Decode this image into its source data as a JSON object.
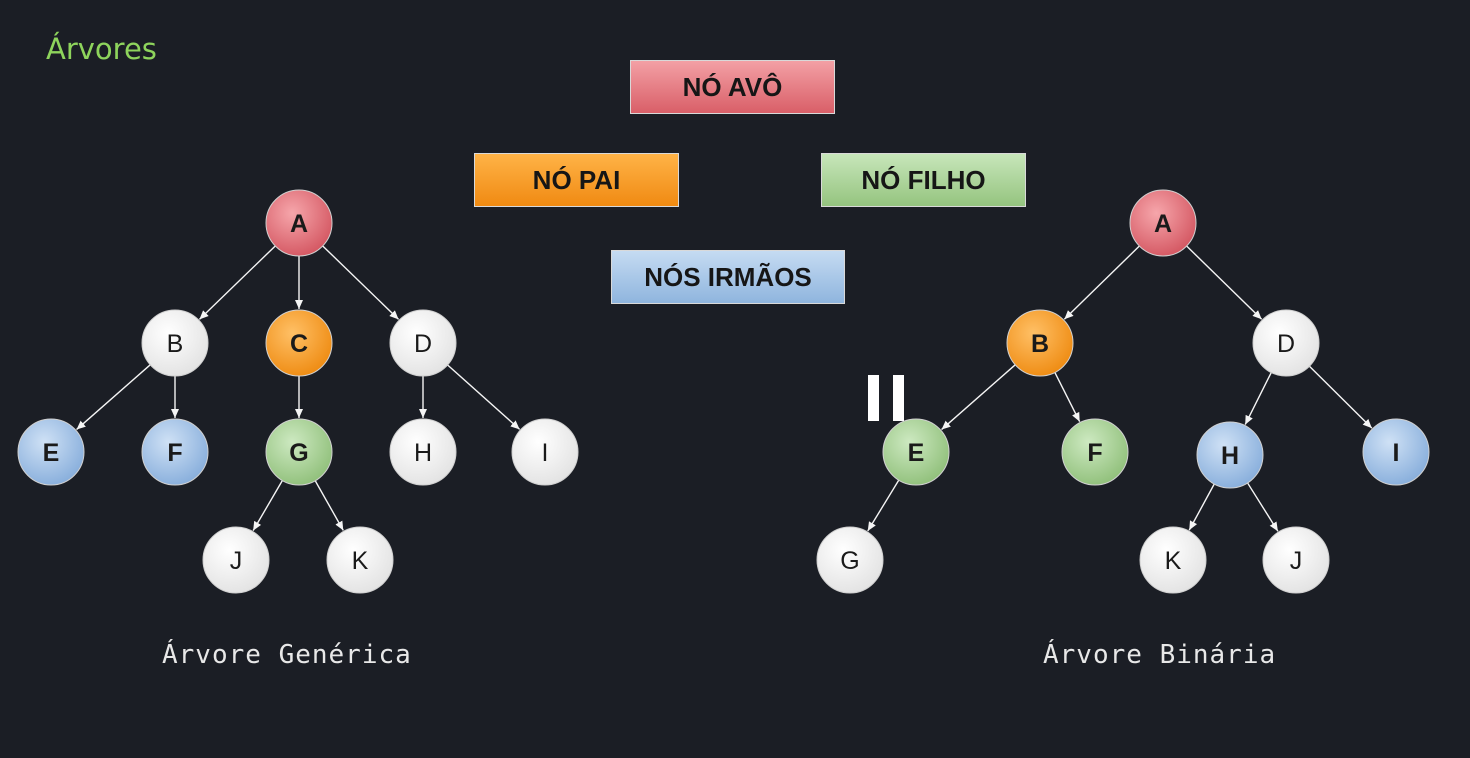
{
  "title": "Árvores",
  "legend": {
    "avo": "NÓ AVÔ",
    "pai": "NÓ PAI",
    "filho": "NÓ FILHO",
    "irmaos": "NÓS IRMÃOS"
  },
  "colors": {
    "red": "#e0707a",
    "orange": "#f39a2a",
    "green": "#a3cf8e",
    "blue": "#9bbfe6",
    "white": "#f2f2f2",
    "title": "#8ed45c"
  },
  "trees": {
    "generic": {
      "caption": "Árvore Genérica",
      "nodes": [
        {
          "id": "A",
          "role": "red"
        },
        {
          "id": "B",
          "role": "white"
        },
        {
          "id": "C",
          "role": "orange"
        },
        {
          "id": "D",
          "role": "white"
        },
        {
          "id": "E",
          "role": "blue"
        },
        {
          "id": "F",
          "role": "blue"
        },
        {
          "id": "G",
          "role": "green"
        },
        {
          "id": "H",
          "role": "white"
        },
        {
          "id": "I",
          "role": "white"
        },
        {
          "id": "J",
          "role": "white"
        },
        {
          "id": "K",
          "role": "white"
        }
      ],
      "edges": [
        [
          "A",
          "B"
        ],
        [
          "A",
          "C"
        ],
        [
          "A",
          "D"
        ],
        [
          "B",
          "E"
        ],
        [
          "B",
          "F"
        ],
        [
          "C",
          "G"
        ],
        [
          "D",
          "H"
        ],
        [
          "D",
          "I"
        ],
        [
          "G",
          "J"
        ],
        [
          "G",
          "K"
        ]
      ]
    },
    "binary": {
      "caption": "Árvore Binária",
      "nodes": [
        {
          "id": "A",
          "role": "red"
        },
        {
          "id": "B",
          "role": "orange"
        },
        {
          "id": "D",
          "role": "white"
        },
        {
          "id": "E",
          "role": "green"
        },
        {
          "id": "F",
          "role": "green"
        },
        {
          "id": "H",
          "role": "blue"
        },
        {
          "id": "I",
          "role": "blue"
        },
        {
          "id": "G",
          "role": "white"
        },
        {
          "id": "K",
          "role": "white"
        },
        {
          "id": "J",
          "role": "white"
        }
      ],
      "edges": [
        [
          "A",
          "B"
        ],
        [
          "A",
          "D"
        ],
        [
          "B",
          "E"
        ],
        [
          "B",
          "F"
        ],
        [
          "D",
          "H"
        ],
        [
          "D",
          "I"
        ],
        [
          "E",
          "G"
        ],
        [
          "H",
          "K"
        ],
        [
          "H",
          "J"
        ]
      ]
    }
  },
  "pause_icon": "pause-icon"
}
